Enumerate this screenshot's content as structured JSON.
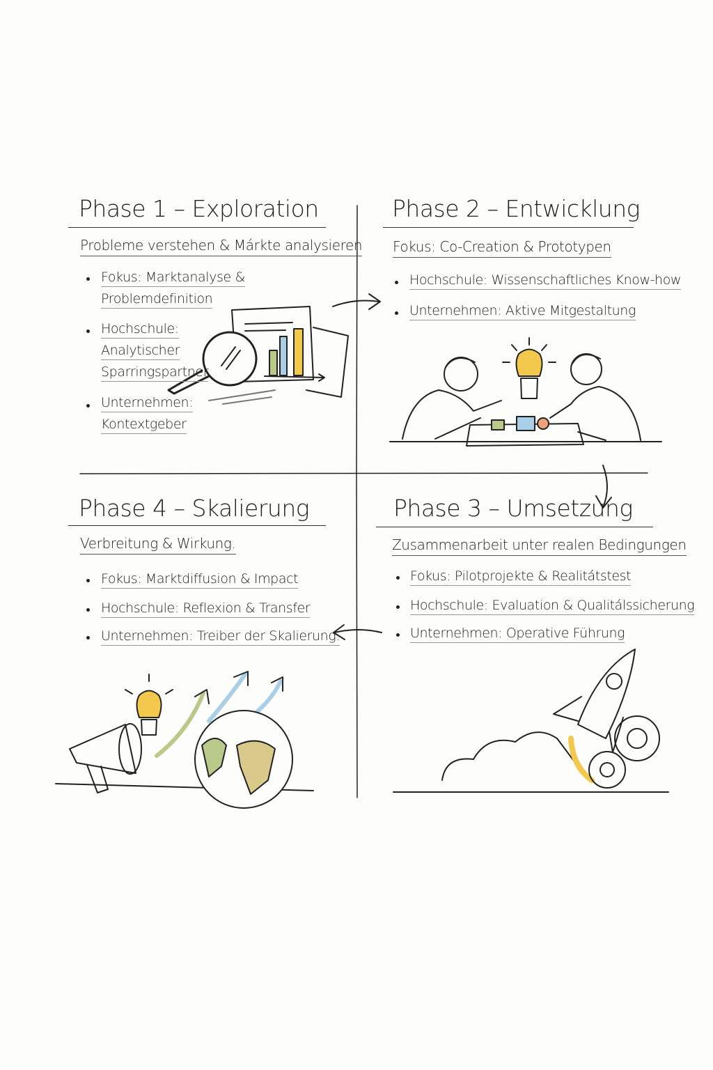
{
  "phases": {
    "p1": {
      "title": "Phase 1 – Exploration",
      "subtitle": "Probleme verstehen & Márkte analysieren",
      "bullets": [
        "Fokus: Marktanalyse &",
        "Problemdefinition",
        "Hochschule:",
        "Analytischer",
        "Sparringspartner",
        "Unternehmen:",
        "Kontextgeber"
      ]
    },
    "p2": {
      "title": "Phase 2 – Entwicklung",
      "subtitle": "Fokus: Co-Creation & Prototypen",
      "bullets": [
        "Hochschule: Wissenschaftliches Know-how",
        "Unternehmen: Aktive Mitgestaltung"
      ]
    },
    "p3": {
      "title": "Phase 3 – Umsetzung",
      "subtitle": "Zusammenarbeit unter realen Bedingungen",
      "bullets": [
        "Fokus: Pilotprojekte & Realitátstest",
        "Hochschule: Evaluation & Qualitálssicherung",
        "Unternehmen: Operative Führung"
      ]
    },
    "p4": {
      "title": "Phase 4 – Skalierung",
      "subtitle": "Verbreitung & Wirkung.",
      "bullets": [
        "Fokus: Marktdiffusion & Impact",
        "Hochschule: Reflexion & Transfer",
        "Unternehmen: Treiber der Skalierung."
      ]
    }
  },
  "colors": {
    "yellow": "#f2c94c",
    "blue": "#a9cfe6",
    "green": "#b9c98a",
    "orange": "#f0a07a",
    "ink": "#1e1e1e"
  },
  "icons": [
    "magnifier-chart-icon",
    "collaboration-lightbulb-icon",
    "rocket-gears-icon",
    "megaphone-globe-icon"
  ]
}
